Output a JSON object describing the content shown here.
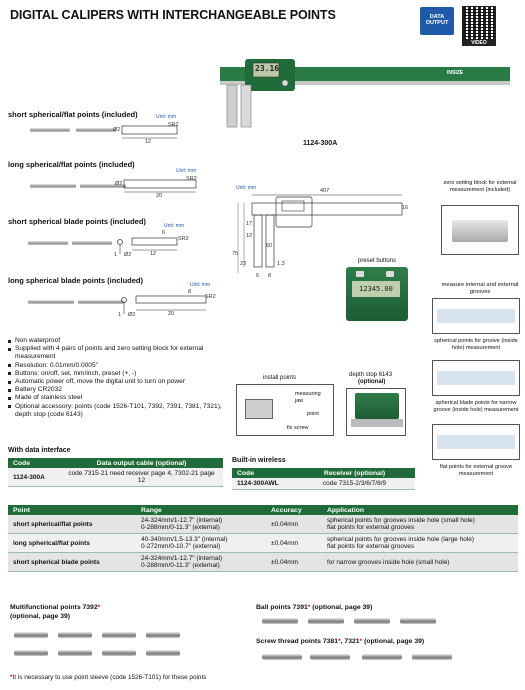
{
  "page": {
    "title": "DIGITAL CALIPERS WITH INTERCHANGEABLE POINTS",
    "badge_line1": "DATA",
    "badge_line2": "OUTPUT",
    "video_label": "VIDEO"
  },
  "product": {
    "code": "1124-300A",
    "brand": "INSIZE",
    "display_value": "23.16",
    "display_small": "mm"
  },
  "point_sets": [
    {
      "label": "short spherical/flat points (included)",
      "unit": "Unit: mm",
      "dims": [
        "12",
        "SR2",
        "Ø2"
      ]
    },
    {
      "label": "long spherical/flat points (included)",
      "unit": "Unit: mm",
      "dims": [
        "20",
        "SR2",
        "Ø2"
      ]
    },
    {
      "label": "short spherical blade points (included)",
      "unit": "Unit: mm",
      "dims": [
        "6",
        "12",
        "SR2",
        "1",
        "Ø2"
      ]
    },
    {
      "label": "long spherical blade points (included)",
      "unit": "Unit: mm",
      "dims": [
        "8",
        "20",
        "SR2",
        "1",
        "Ø2"
      ]
    }
  ],
  "main_drawing": {
    "unit": "Unit: mm",
    "dims": [
      "407",
      "16",
      "17",
      "12",
      "60",
      "75",
      "23",
      "1.3",
      "6",
      "8"
    ]
  },
  "preset": {
    "label": "preset buttons",
    "display": "12345.00"
  },
  "zero_block": {
    "label": "zero setting block for external measurement (included)"
  },
  "measure_groove": {
    "label": "measure internal and external grooves",
    "captions": [
      "spherical points for groove (inside hole) measurement",
      "spherical blade points for narrow groove (inside hole) measurement",
      "flat points for external groove measurement"
    ]
  },
  "install": {
    "title": "install points",
    "labels": [
      "measuring jaw",
      "point",
      "fix screw"
    ]
  },
  "depth_stop": {
    "title": "depth stop 6143",
    "subtitle": "(optional)"
  },
  "features": [
    "Non waterproof",
    "Supplied with 4 pairs of points and zero setting block for external measurement",
    "Resolution: 0.01mm/0.0005\"",
    "Buttons: on/off, set, mm/inch, preset (+, -)",
    "Automatic power off, move the digital unit to turn on power",
    "Battery CR2032",
    "Made of stainless steel",
    "Optional accessory: points (code 1526-T101, 7392, 7391, 7381, 7321), depth stop (code 6143)"
  ],
  "data_interface": {
    "title": "With data interface",
    "headers": [
      "Code",
      "Data output cable (optional)"
    ],
    "code": "1124-300A",
    "cable": "code 7315-21 need receiver page 4, 7302-21 page 12"
  },
  "wireless": {
    "title": "Built-in wireless",
    "headers": [
      "Code",
      "Receiver (optional)"
    ],
    "code": "1124-300AWL",
    "receiver": "code 7315-2/3/6/7/8/9"
  },
  "spec_table": {
    "headers": [
      "Point",
      "Range",
      "Accuracy",
      "Application"
    ],
    "rows": [
      {
        "point": "short spherical/flat points",
        "range1": "24-324mm/1-12.7\" (internal)",
        "range2": "0-288mm/0-11.3\" (external)",
        "accuracy": "±0.04mm",
        "app1": "spherical points for grooves inside hole (small hole)",
        "app2": "flat points for external grooves"
      },
      {
        "point": "long spherical/flat points",
        "range1": "40-340mm/1.5-13.3\" (internal)",
        "range2": "0-272mm/0-10.7\" (external)",
        "accuracy": "±0.04mm",
        "app1": "spherical points for grooves inside hole (large hole)",
        "app2": "flat points for external grooves"
      },
      {
        "point": "short spherical blade points",
        "range1": "24-324mm/1-12.7\" (internal)",
        "range2": "0-288mm/0-11.3\" (external)",
        "accuracy": "±0.04mm",
        "app1": "for narrow grooves inside hole (small hole)",
        "app2": ""
      }
    ]
  },
  "accessories": {
    "multi_title": "Multifunctional points 7392",
    "multi_sub": "(optional, page 39)",
    "ball_title": "Ball points 7391",
    "ball_sub": "(optional, page 39)",
    "screw_title_a": "Screw thread points 7381",
    "screw_title_b": ", 7321",
    "screw_sub": "(optional, page 39)",
    "star": "*"
  },
  "footnote": {
    "star": "*",
    "text": "It is necessary to use point sleeve (code 1526-T101) for these points"
  },
  "colors": {
    "accent_green": "#1f6b3a",
    "badge_blue": "#1e5aa8",
    "red": "#d0101a"
  }
}
